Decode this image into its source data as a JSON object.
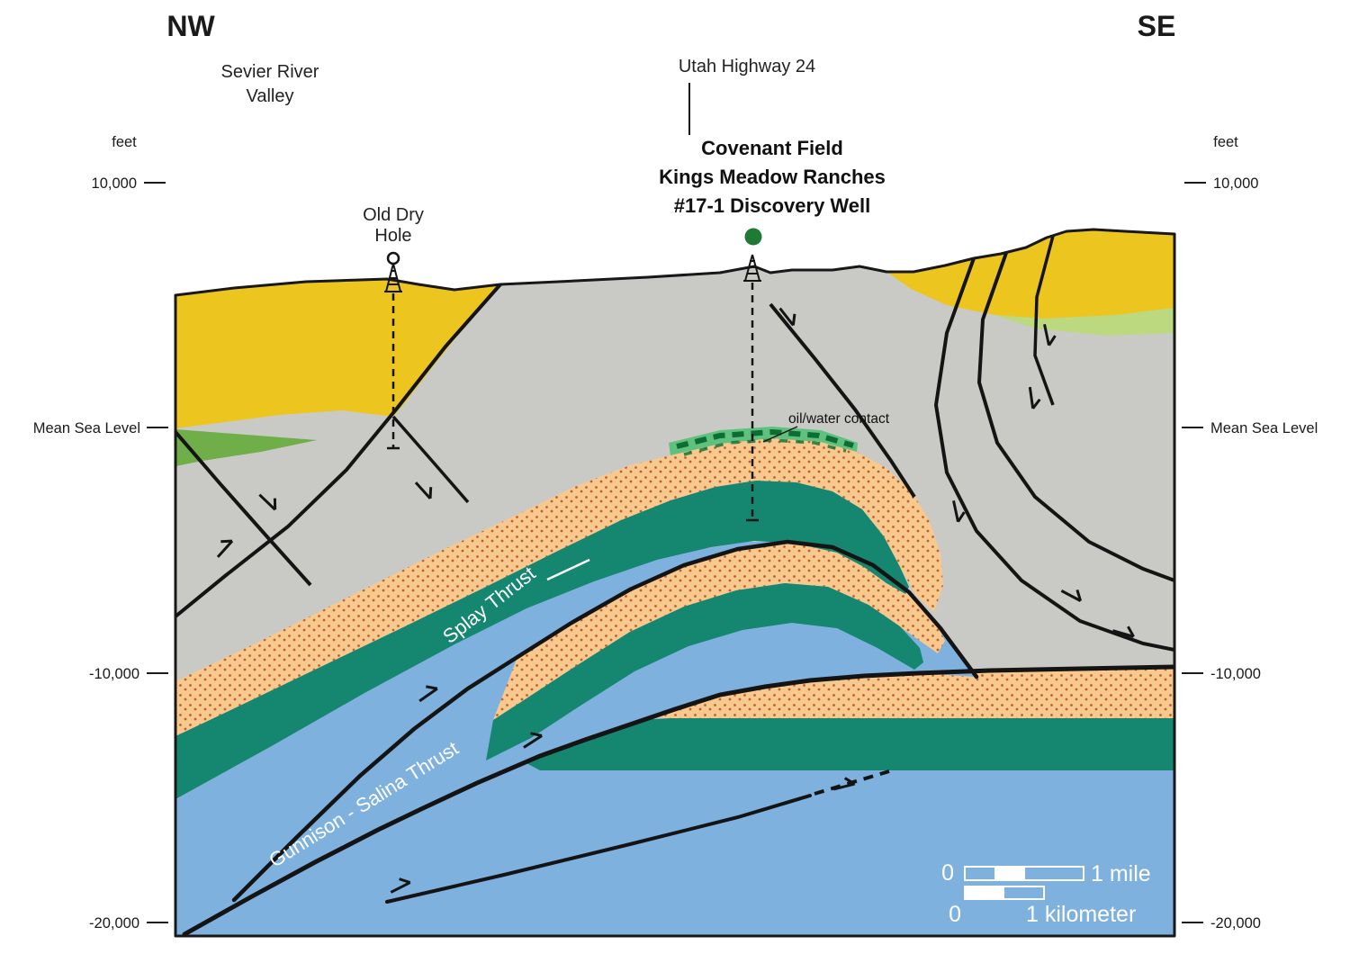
{
  "figure": {
    "left_direction": "NW",
    "right_direction": "SE"
  },
  "labels": {
    "valley_line1": "Sevier River",
    "valley_line2": "Valley",
    "highway": "Utah Highway 24",
    "well_title_line1": "Covenant Field",
    "well_title_line2": "Kings Meadow Ranches",
    "well_title_line3": "#17-1 Discovery Well",
    "dry_hole_line1": "Old Dry",
    "dry_hole_line2": "Hole",
    "oil_water_contact": "oil/water contact",
    "splay_thrust": "Splay Thrust",
    "gunnison_thrust": "Gunnison - Salina Thrust"
  },
  "axis": {
    "unit": "feet",
    "ticks": [
      {
        "label": "10,000"
      },
      {
        "label": "Mean Sea Level"
      },
      {
        "label": "-10,000"
      },
      {
        "label": "-20,000"
      }
    ]
  },
  "scalebar": {
    "mile_zero": "0",
    "mile_label": "1 mile",
    "km_zero": "0",
    "km_label": "1 kilometer"
  },
  "colors": {
    "gray_rock": "#c9cac6",
    "yellow_unit": "#edc51f",
    "green_unit_left": "#6fae49",
    "green_unit_right": "#bcd980",
    "sandstone_unit": "#f7c98e",
    "sandstone_dots": "#bf5f2a",
    "teal_unit": "#15866f",
    "blue_unit": "#7fb1de",
    "reservoir_green": "#5fc17d",
    "oil_zone_dash": "#0c6e34",
    "well_marker_green": "#1e7a34",
    "fault_line": "#141414",
    "outline": "#181818",
    "white": "#ffffff"
  }
}
